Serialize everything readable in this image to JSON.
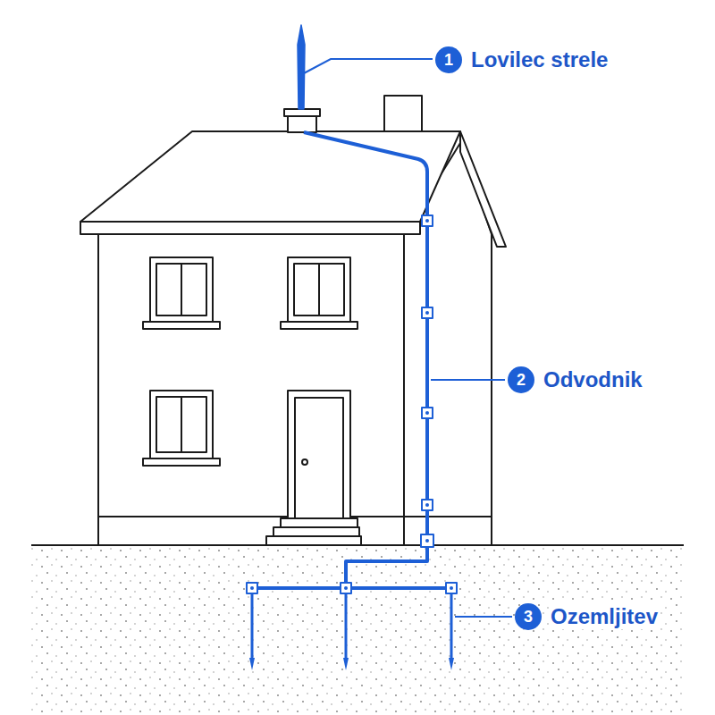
{
  "diagram": {
    "nodes": [
      {
        "text": [
          "1",
          "Lovilec strele"
        ]
      },
      {
        "text": [
          "2",
          "Odvodnik"
        ]
      },
      {
        "text": [
          "3",
          "Ozemljitev"
        ]
      }
    ]
  }
}
